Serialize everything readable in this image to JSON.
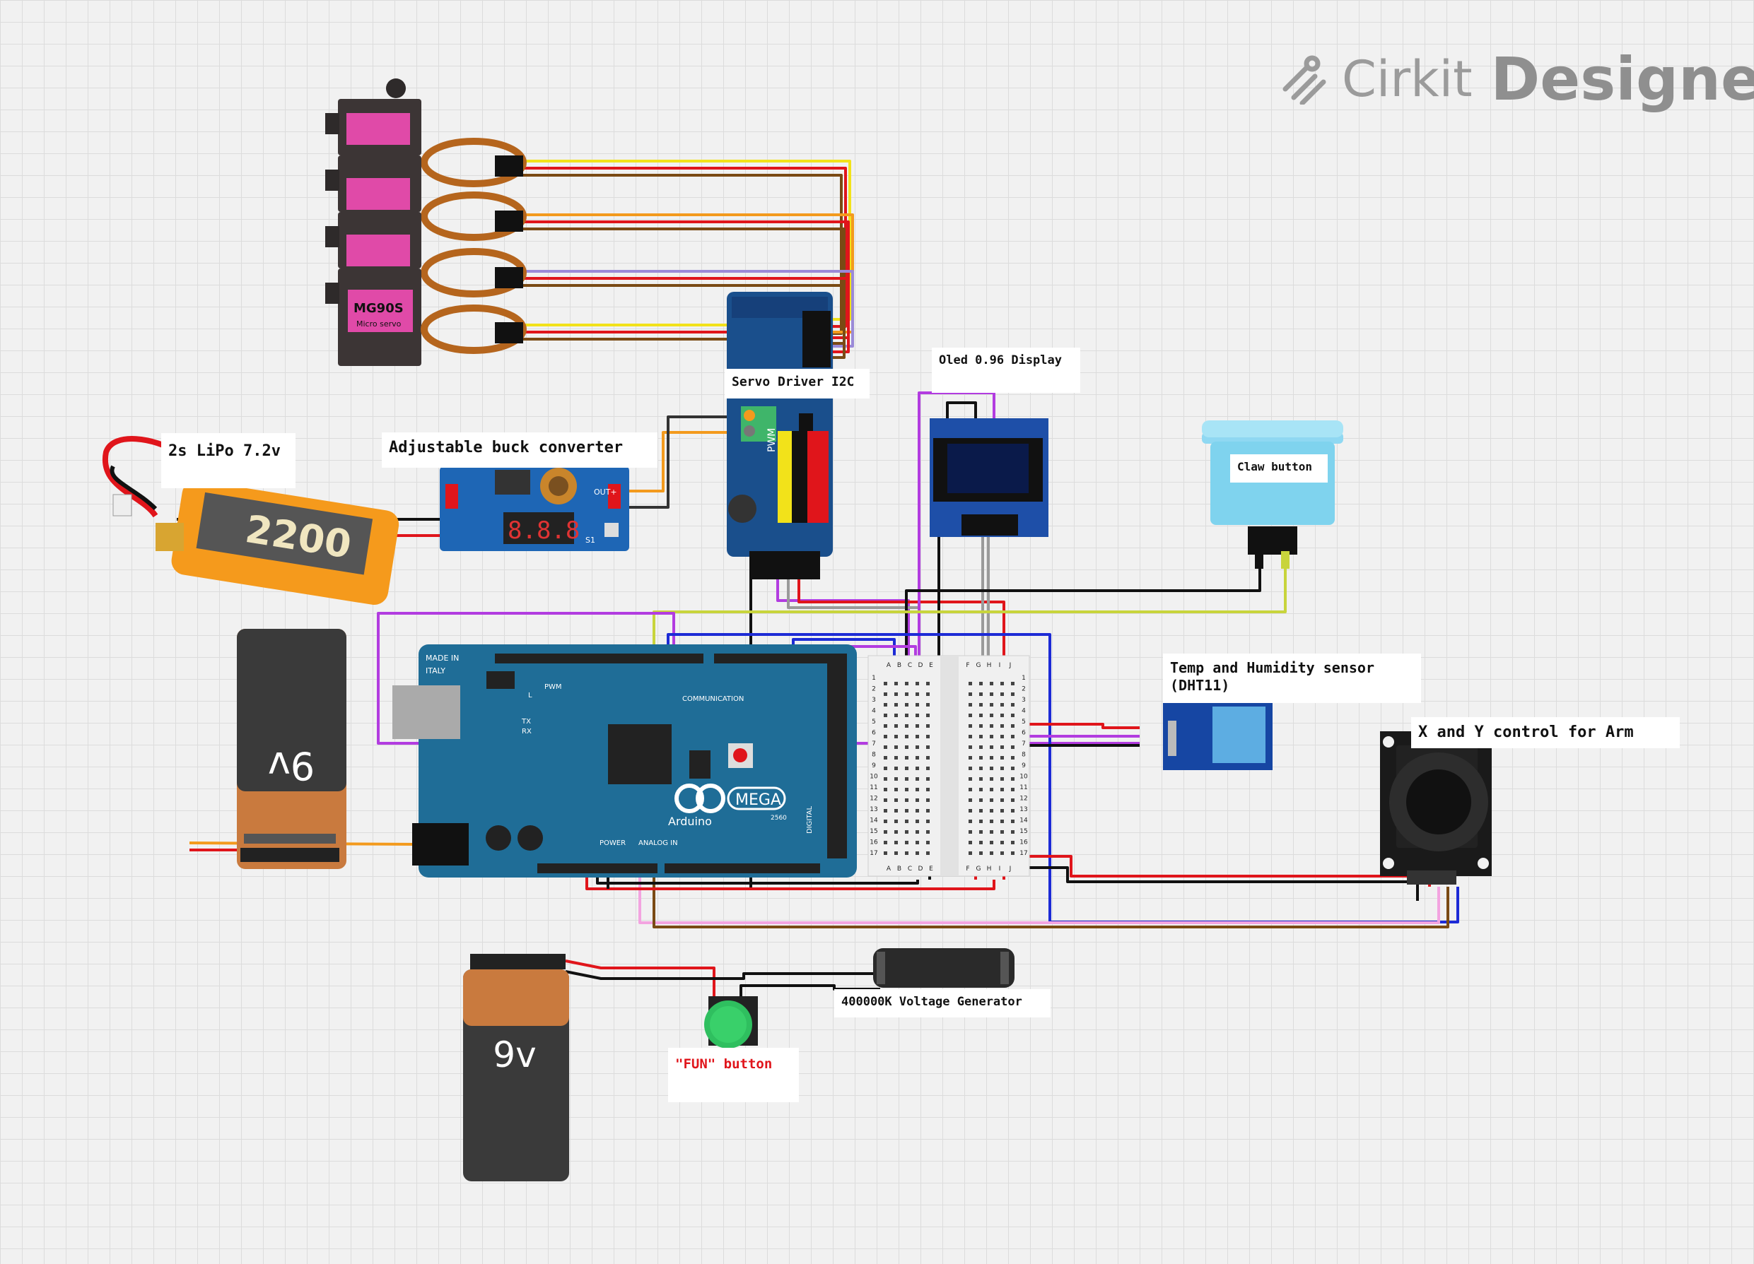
{
  "app": {
    "brand_left": "Cirkit",
    "brand_right": "Designer"
  },
  "labels": {
    "lipo": "2s LiPo 7.2v",
    "buck": "Adjustable buck converter",
    "servo_driver": "Servo Driver I2C",
    "oled": "Oled 0.96 Display",
    "claw": "Claw button",
    "dht": "Temp and Humidity sensor\n(DHT11)",
    "joystick": "X and Y control for Arm",
    "voltage_gen": "400000K Voltage Generator",
    "fun_button": "\"FUN\" button"
  },
  "components": {
    "servo_model": "MG90S",
    "servo_sub": "Micro servo",
    "battery_top": "9v",
    "battery_bottom": "9v",
    "buck_display": "8.8.8",
    "buck_s1": "S1",
    "buck_out": "OUT+",
    "lipo_capacity": "2200",
    "arduino_brand": "Arduino",
    "arduino_model": "MEGA",
    "arduino_made": "MADE IN",
    "arduino_italy": "ITALY",
    "arduino_comm": "COMMUNICATION",
    "arduino_power": "POWER",
    "arduino_analog": "ANALOG IN",
    "arduino_digital": "DIGITAL",
    "arduino_pwm": "PWM",
    "arduino_tx": "TX",
    "arduino_rx": "RX",
    "arduino_l": "L",
    "arduino_num": "2560",
    "pca_pwm": "PWM",
    "breadboard_cols_left": [
      "A",
      "B",
      "C",
      "D",
      "E"
    ],
    "breadboard_cols_right": [
      "F",
      "G",
      "H",
      "I",
      "J"
    ],
    "breadboard_rows": [
      "1",
      "2",
      "3",
      "4",
      "5",
      "6",
      "7",
      "8",
      "9",
      "10",
      "11",
      "12",
      "13",
      "14",
      "15",
      "16",
      "17"
    ]
  },
  "colors": {
    "arduino": "#1f6d97",
    "pca": "#1a4f8c",
    "servo_label": "#e04aa8",
    "battery_copper": "#c97a3e",
    "battery_body": "#3a3a3a",
    "lipo_orange": "#f59a1c",
    "button_blue": "#7fd3ee",
    "fun_green": "#2fbf5f",
    "dht_blue": "#1646a3",
    "wire_red": "#e0151b",
    "wire_black": "#111111",
    "wire_yellow": "#f2e21a",
    "wire_purple": "#b23ce0",
    "wire_blue": "#1d2bd6",
    "wire_orange": "#f39a1d",
    "wire_brown": "#7a4a14",
    "wire_pink": "#f3a4e0",
    "wire_grey": "#9a9a9a",
    "wire_green_yellow": "#c8d43c"
  }
}
